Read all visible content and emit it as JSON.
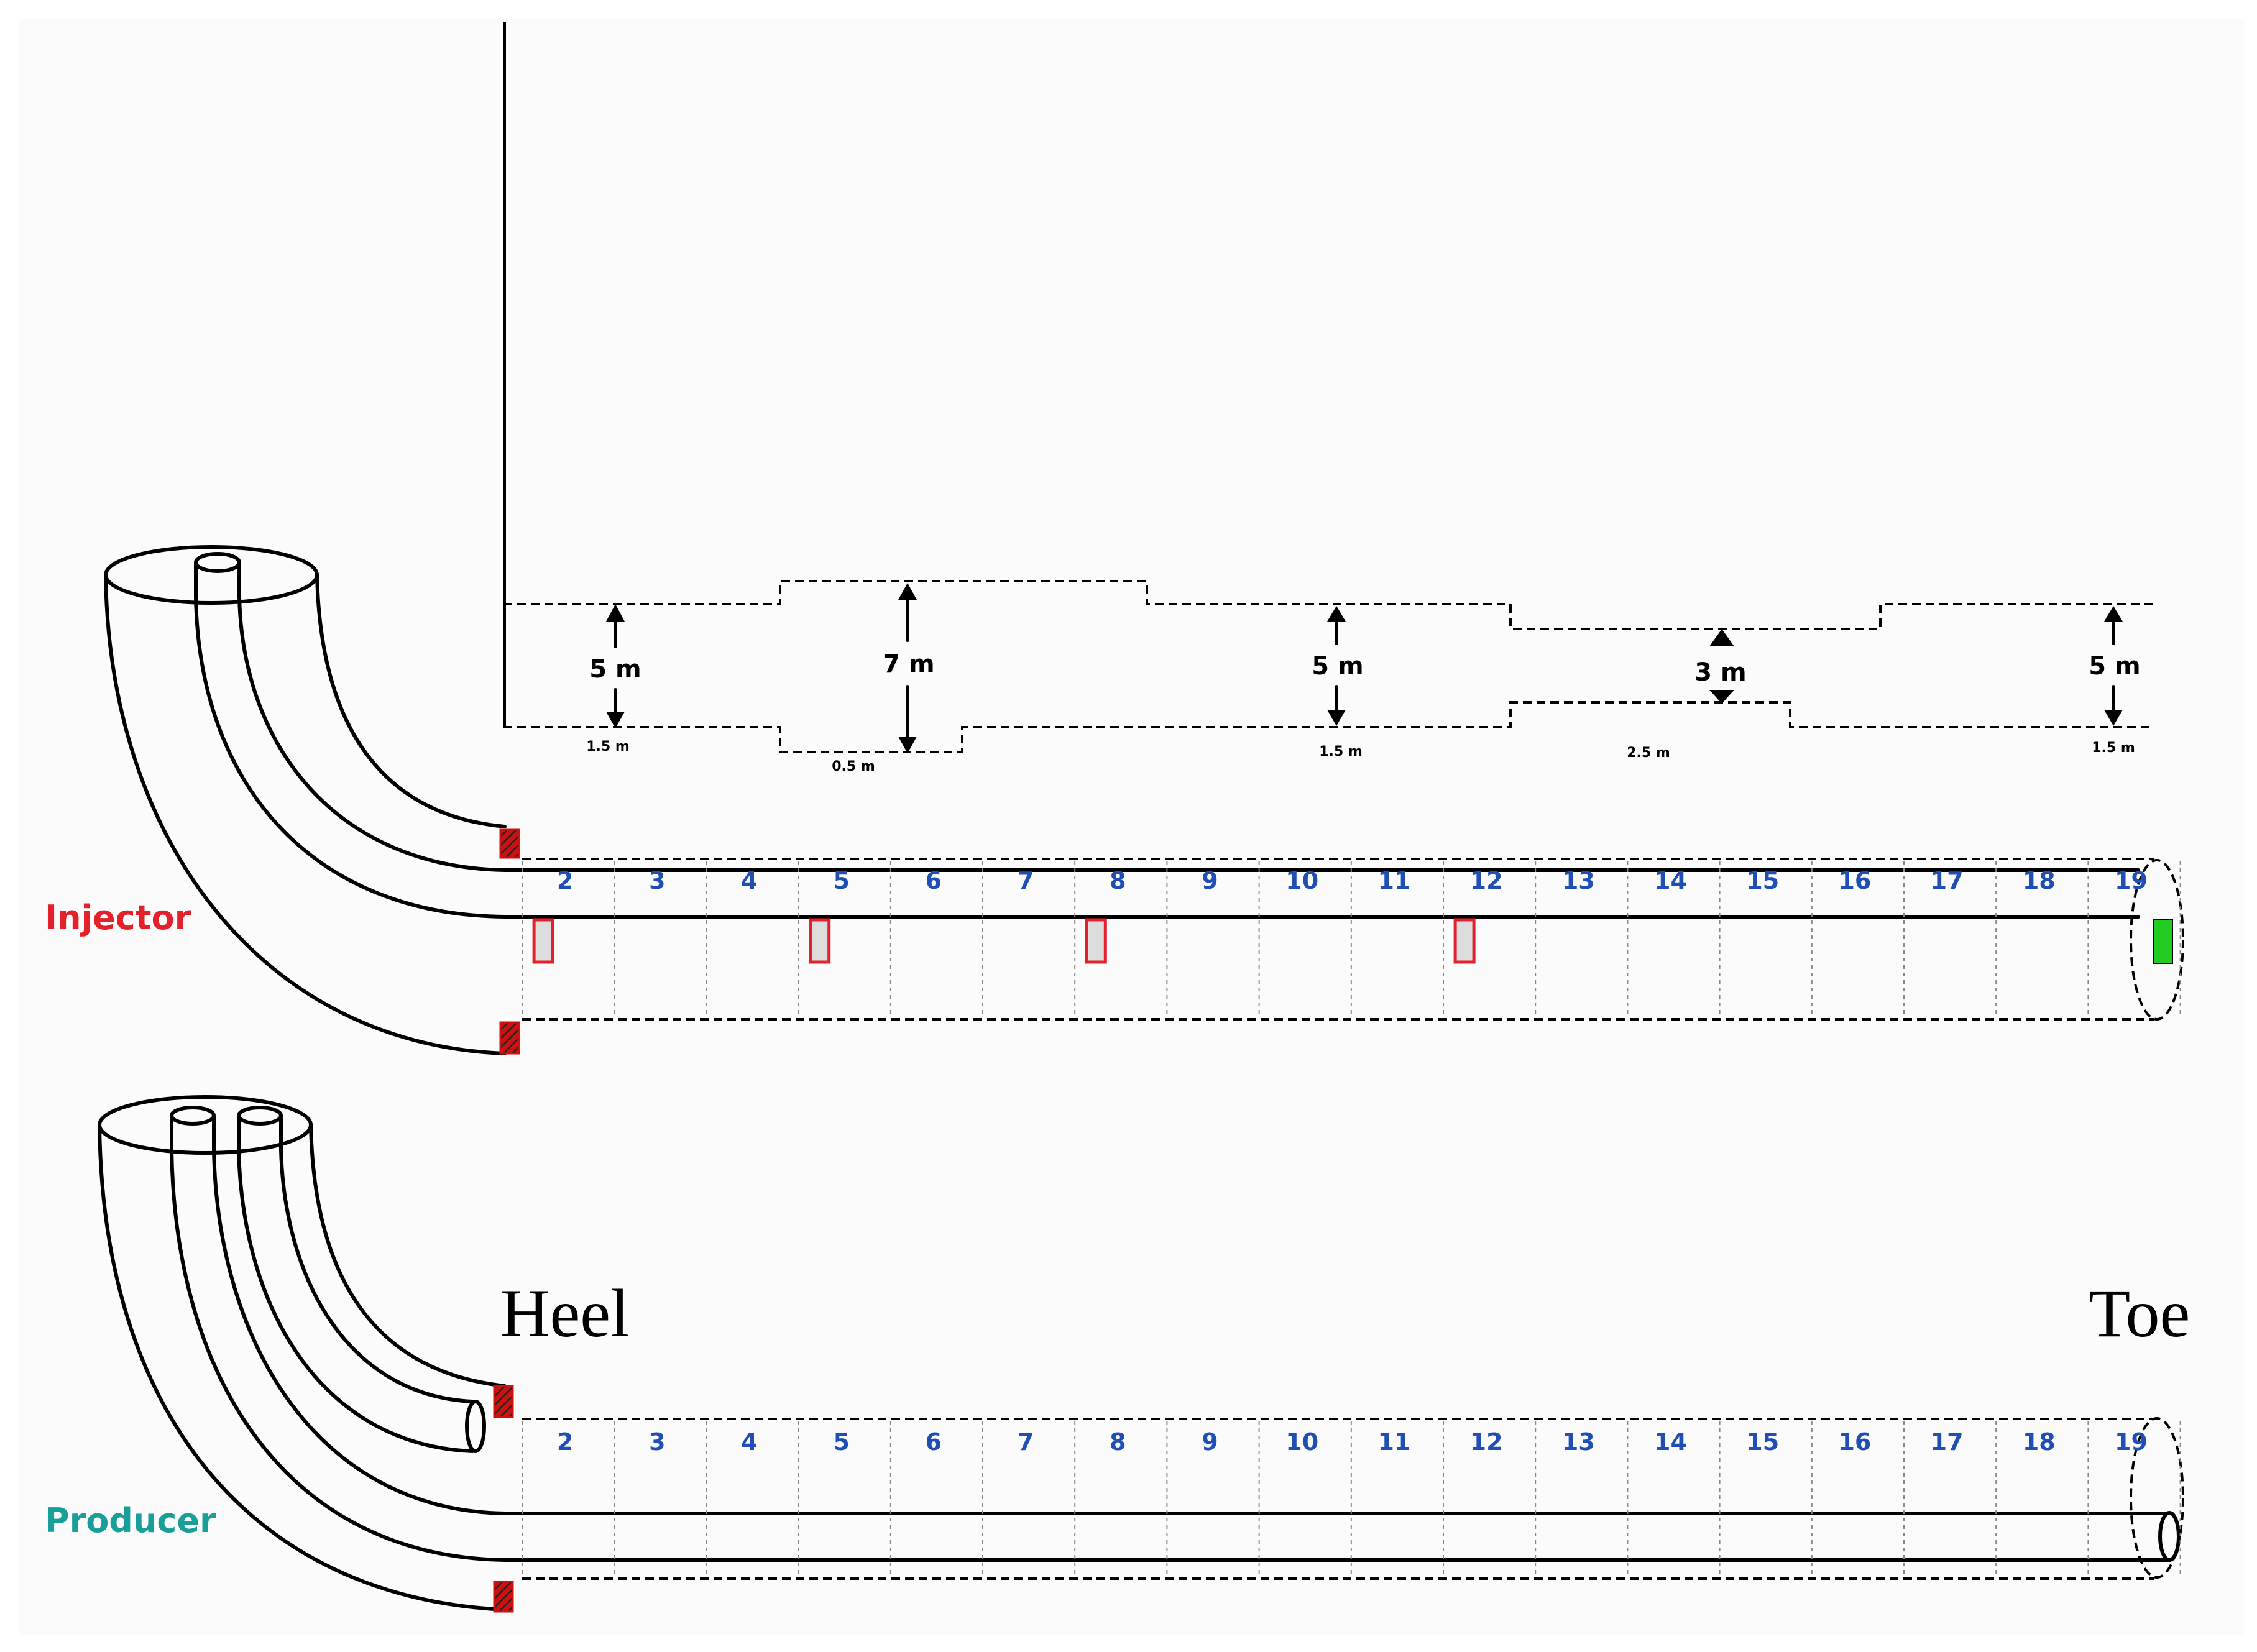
{
  "labels": {
    "injector": "Injector",
    "producer": "Producer",
    "heel": "Heel",
    "toe": "Toe"
  },
  "colors": {
    "injector_label": "#e4202a",
    "producer_label": "#1a9e99",
    "segment_numbers": "#1f4fb5",
    "packer": "#e4202a",
    "toe_marker": "#22cc22",
    "casing_hatch": "#cc1111"
  },
  "profile": {
    "heights": [
      "5 m",
      "7 m",
      "5 m",
      "3 m",
      "5 m"
    ],
    "lengths": [
      "1.5 m",
      "0.5 m",
      "1.5 m",
      "2.5 m",
      "1.5 m"
    ]
  },
  "segments": [
    "2",
    "3",
    "4",
    "5",
    "6",
    "7",
    "8",
    "9",
    "10",
    "11",
    "12",
    "13",
    "14",
    "15",
    "16",
    "17",
    "18",
    "19"
  ],
  "packer_segments": [
    "2",
    "5",
    "8",
    "12"
  ]
}
